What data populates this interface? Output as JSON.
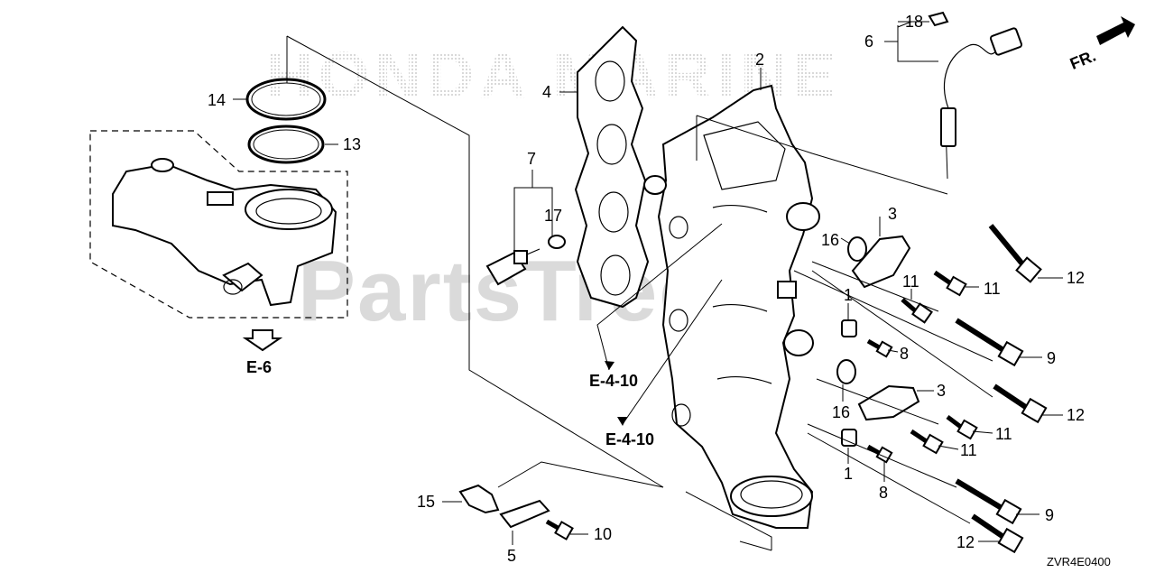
{
  "watermark": {
    "brand": "HONDA MARINE",
    "site": "PartsTree"
  },
  "direction_marker": "FR.",
  "diagram_code": "ZVR4E0400",
  "references": [
    "E-6",
    "E-4-10",
    "E-4-10"
  ],
  "callouts": [
    "1",
    "1",
    "2",
    "3",
    "3",
    "4",
    "5",
    "6",
    "7",
    "8",
    "8",
    "9",
    "9",
    "10",
    "11",
    "11",
    "11",
    "11",
    "12",
    "12",
    "12",
    "13",
    "14",
    "15",
    "16",
    "16",
    "17",
    "18"
  ]
}
